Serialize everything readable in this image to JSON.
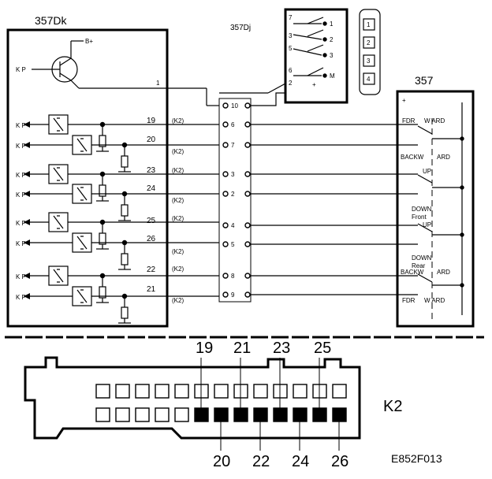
{
  "components": {
    "left_unit": "357Dk",
    "switch_unit": "357Dj",
    "right_unit": "357",
    "connector": "K2"
  },
  "supply_label": "B+",
  "input_label": "K P",
  "transistor_pin": "1",
  "left_wires": [
    {
      "num": "19",
      "conn": "(K2)"
    },
    {
      "num": "20",
      "conn": "(K2)"
    },
    {
      "num": "23",
      "conn": "(K2)"
    },
    {
      "num": "24",
      "conn": "(K2)"
    },
    {
      "num": "25",
      "conn": "(K2)"
    },
    {
      "num": "26",
      "conn": "(K2)"
    },
    {
      "num": "22",
      "conn": "(K2)"
    },
    {
      "num": "21",
      "conn": "(K2)"
    }
  ],
  "middle_pins": [
    "10",
    "6",
    "7",
    "3",
    "2",
    "4",
    "5",
    "8",
    "9"
  ],
  "switch_pins_left": [
    "7",
    "3",
    "5",
    "6",
    "2"
  ],
  "switch_pins_right": [
    "1",
    "2",
    "3",
    "M",
    "+"
  ],
  "mini_switch_labels": [
    "1",
    "2",
    "3",
    "4"
  ],
  "right_labels": {
    "plus": "+",
    "fdr1": "FDR",
    "ward1": "W ARD",
    "backw1": "BACKW",
    "ard1": "ARD",
    "up1": "UP",
    "down1": "DOWN",
    "front": "Front",
    "up2": "UP",
    "down2": "DOWN",
    "rear": "Rear",
    "backw2": "BACKW",
    "ard2": "ARD",
    "fdr2": "FDR",
    "ward2": "W ARD"
  },
  "connector_top_numbers": [
    "19",
    "21",
    "23",
    "25"
  ],
  "connector_bottom_numbers": [
    "20",
    "22",
    "24",
    "26"
  ],
  "figure_code": "E852F013"
}
